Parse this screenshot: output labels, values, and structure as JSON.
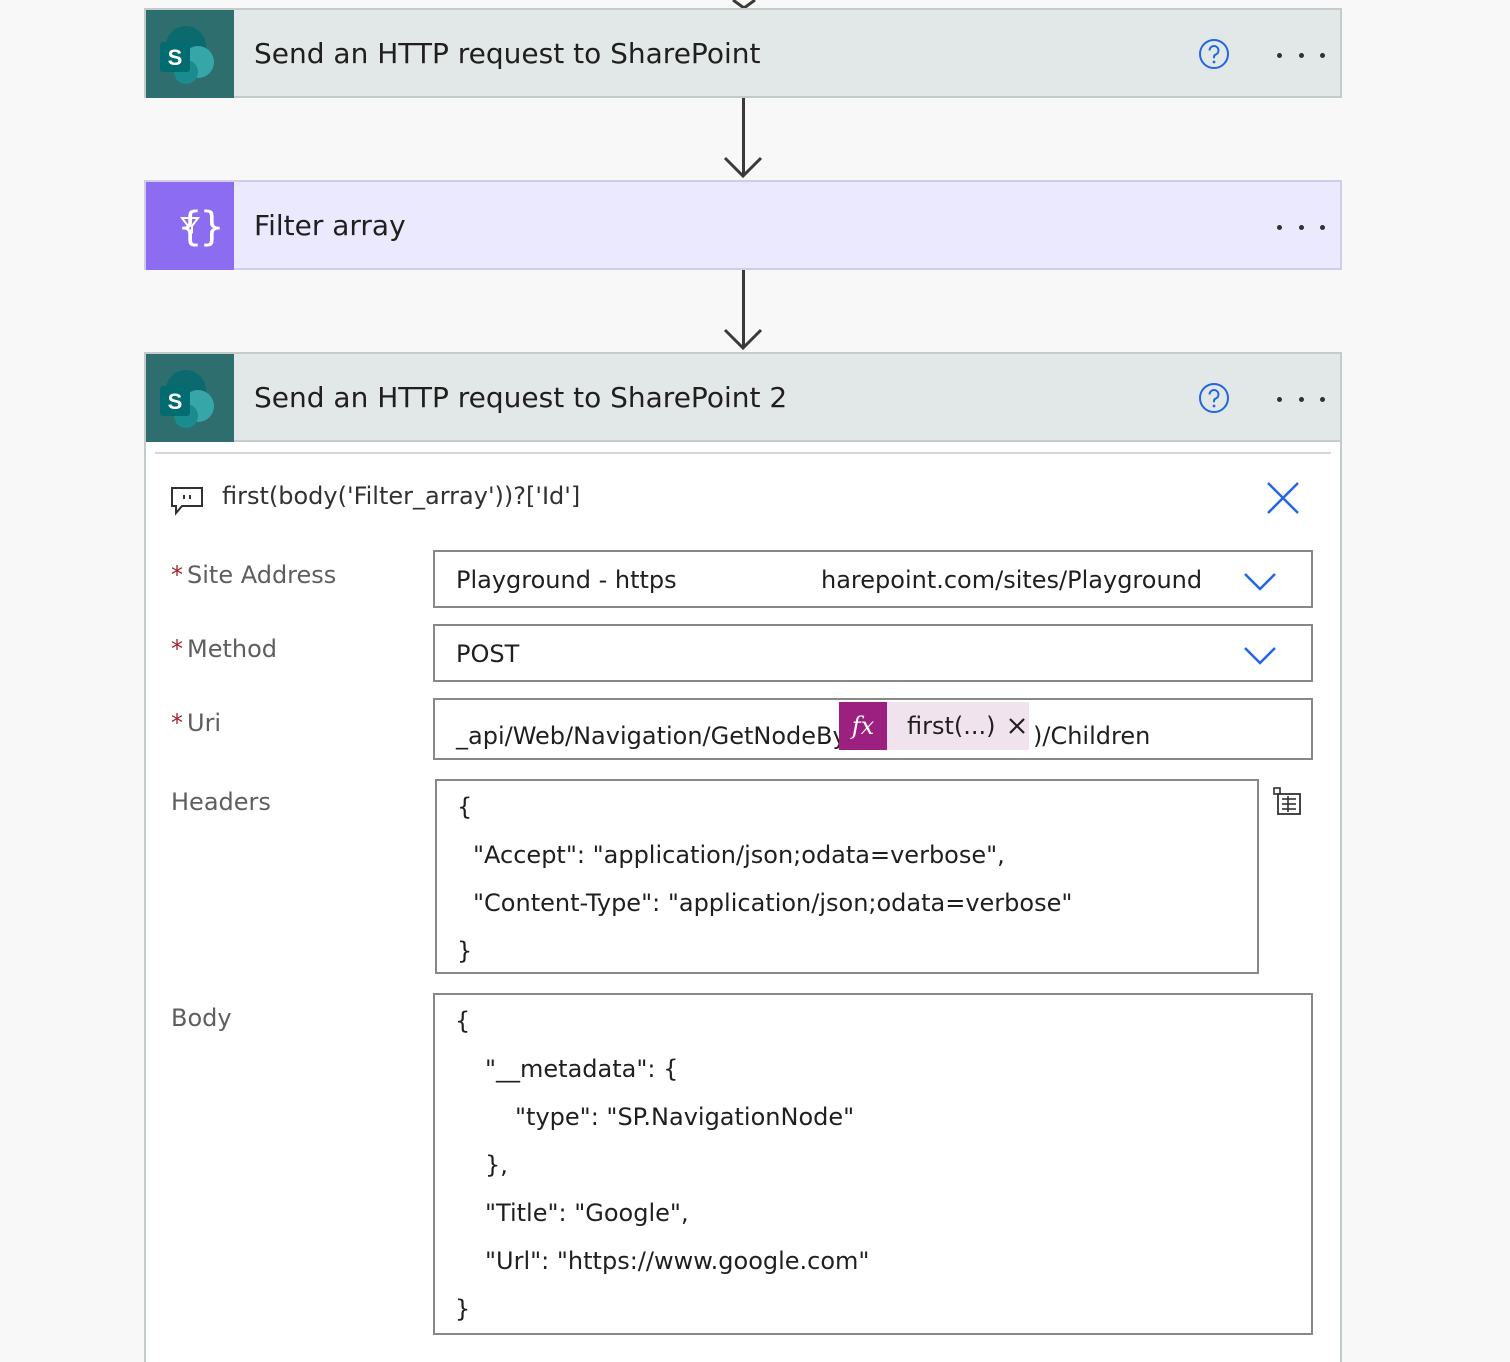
{
  "flow": {
    "step1": {
      "title": "Send an HTTP request to SharePoint",
      "icon": "sharepoint-icon"
    },
    "step2": {
      "title": "Filter array",
      "icon": "filter-array-icon"
    },
    "step3": {
      "title": "Send an HTTP request to SharePoint 2",
      "icon": "sharepoint-icon",
      "comment": "first(body('Filter_array'))?['Id']",
      "site_address": {
        "label": "Site Address",
        "value_left": "Playground - https",
        "value_right": "harepoint.com/sites/Playground"
      },
      "method": {
        "label": "Method",
        "value": "POST"
      },
      "uri": {
        "label": "Uri",
        "prefix": "_api/Web/Navigation/GetNodeById(",
        "token_icon": "fx",
        "token_label": "first(...)",
        "suffix": ")/Children"
      },
      "headers": {
        "label": "Headers",
        "lines": [
          "{",
          "\"Accept\": \"application/json;odata=verbose\",",
          "\"Content-Type\": \"application/json;odata=verbose\"",
          "}"
        ]
      },
      "body": {
        "label": "Body",
        "lines": [
          "{",
          "\"__metadata\": {",
          "\"type\": \"SP.NavigationNode\"",
          "},",
          "\"Title\": \"Google\",",
          "\"Url\": \"https://www.google.com\"",
          "}"
        ]
      },
      "required_marker": "*"
    }
  },
  "colors": {
    "sharepoint_tile": "#2e6e6f",
    "filter_tile": "#8c6cf0",
    "accent_blue": "#2266e3",
    "expression_token": "#9c2080",
    "required": "#a4262c"
  }
}
